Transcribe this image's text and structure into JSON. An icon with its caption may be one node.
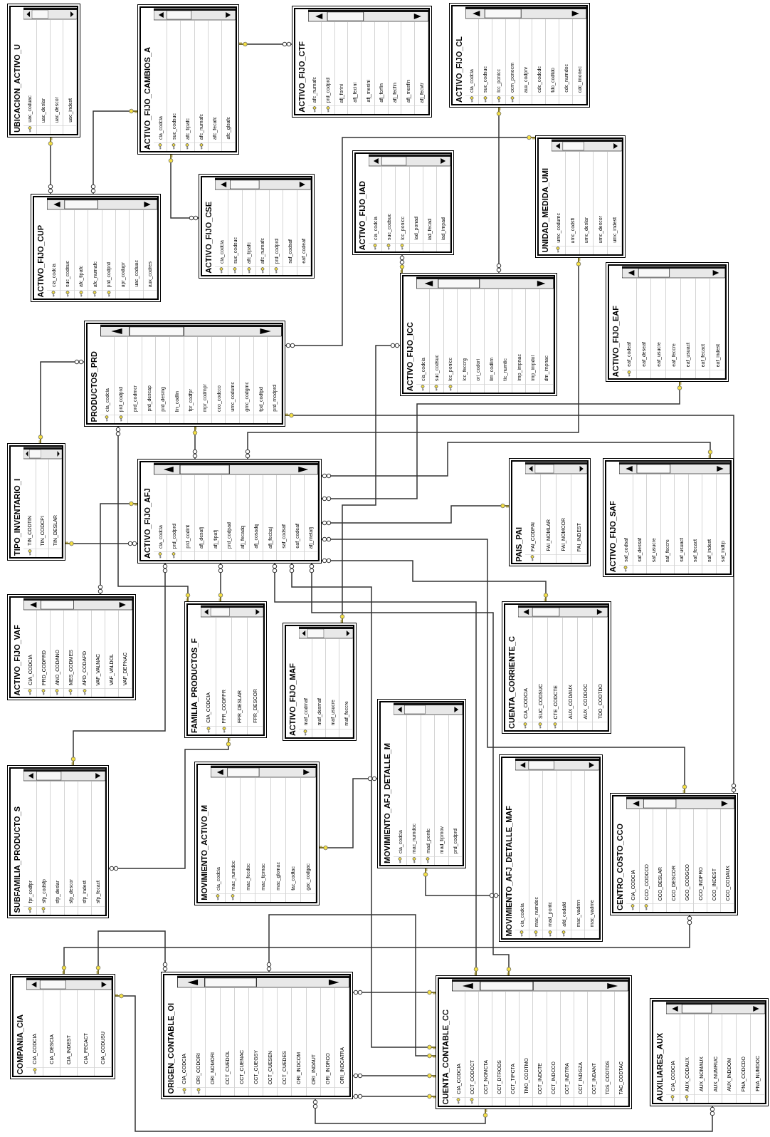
{
  "diagram": {
    "nodes": [
      {
        "text": [
          "UBICACION_ACTIVO_U",
          "uac_coduac",
          "uac_deslar",
          "uac_descor",
          "uac_indest"
        ]
      },
      {
        "text": [
          "ACTIVO_FIJO_CAMBIOS_A",
          "cia_codcia",
          "suc_codsuc",
          "afc_tipafc",
          "afc_numafc",
          "afc_fecafc",
          "afc_glsafc"
        ]
      },
      {
        "text": [
          "ACTIVO_FIJO_CTF",
          "afc_numafc",
          "prd_codprd",
          "afj_forini",
          "afj_fecini",
          "afj_mesini",
          "afj_forfin",
          "afj_fecfin",
          "afj_mesfin",
          "afj_fecvtr"
        ]
      },
      {
        "text": [
          "ACTIVO_FIJO_CL",
          "cia_codcia",
          "suc_codsuc",
          "lcc_ponicc",
          "ocm_ponocm",
          "aux_codprv",
          "cdc_codcdc",
          "tdo_codtdo",
          "cdc_numdoc",
          "cdc_imonec"
        ]
      },
      {
        "text": [
          "ACTIVO_FIJO_CUP",
          "cia_codcia",
          "suc_codsuc",
          "afc_tipafc",
          "afc_numafc",
          "prd_codprd",
          "upr_codupr",
          "uac_coduac",
          "aux_codres"
        ]
      },
      {
        "text": [
          "ACTIVO_FIJO_CSE",
          "cia_codcia",
          "suc_codsuc",
          "afc_tipafc",
          "afc_numafc",
          "prd_codprd",
          "saf_codsaf",
          "eaf_codeaf"
        ]
      },
      {
        "text": [
          "ACTIVO_FIJO_IAD",
          "cia_codcia",
          "suc_codsuc",
          "lcc_ponicc",
          "iad_ponad",
          "iad_fecad",
          "iad_impad"
        ]
      },
      {
        "text": [
          "UNIDAD_MEDIDA_UMI",
          "umc_codumc",
          "umc_codsfi",
          "umc_deslar",
          "umc_descor",
          "umc_indest"
        ]
      },
      {
        "text": [
          "PRODUCTOS_PRD",
          "cia_codcia",
          "prd_codprd",
          "prd_codmcr",
          "prd_descap",
          "prd_desing",
          "lin_codlin",
          "fpr_codfpr",
          "mpr_codmpr",
          "cco_codcco",
          "umc_codumc",
          "gmc_codgmc",
          "tpd_codtpd",
          "prd_modprd"
        ]
      },
      {
        "text": [
          "ACTIVO_FIJO_ICC",
          "cia_codcia",
          "suc_codsuc",
          "lcc_ponicc",
          "lcc_feccrg",
          "ori_codori",
          "lim_codlim",
          "tic_numtic",
          "imp_impnac",
          "imp_impdol",
          "dm_impnac"
        ]
      },
      {
        "text": [
          "ACTIVO_FIJO_EAF",
          "eaf_codeaf",
          "eaf_deseaf",
          "eaf_usucre",
          "eaf_feccre",
          "eaf_usuact",
          "eaf_fecact",
          "eaf_indest"
        ]
      },
      {
        "text": [
          "TIPO_INVENTARIO_I",
          "TIN_CODTIN",
          "TIN_CODCPI",
          "TIN_DESLAR"
        ]
      },
      {
        "text": [
          "ACTIVO_FIJO_AFJ",
          "cia_codcia",
          "prd_codprd",
          "prd_codint",
          "afj_desafj",
          "afj_tipafj",
          "prd_codpad",
          "afj_fecadq",
          "afj_cosadq",
          "afj_fecbaj",
          "saf_codsaf",
          "eaf_codeaf",
          "afj_metafj"
        ]
      },
      {
        "text": [
          "PAIS_PAI",
          "PAI_CODPAI",
          "PAI_NOMLAR",
          "PAI_NOMCOR",
          "PAI_INDEST"
        ]
      },
      {
        "text": [
          "ACTIVO_FIJO_SAF",
          "saf_codsaf",
          "saf_dessaf",
          "saf_usucre",
          "saf_feccre",
          "saf_usuact",
          "saf_fecact",
          "saf_indest",
          "saf_indtip"
        ]
      },
      {
        "text": [
          "ACTIVO_FIJO_VAF",
          "CIA_CODCIA",
          "PRD_CODPRD",
          "ANO_CODANO",
          "MES_CODMES",
          "APD_CODAPD",
          "VAF_VALNAC",
          "VAF_VALDOL",
          "VAF_DEPNAC"
        ]
      },
      {
        "text": [
          "FAMILIA_PRODUCTOS_F",
          "CIA_CODCIA",
          "FPR_CODFPR",
          "FPR_DESLAR",
          "FPR_DESCOR"
        ]
      },
      {
        "text": [
          "ACTIVO_FIJO_MAF",
          "maf_codmaf",
          "maf_desmaf",
          "maf_usucre",
          "maf_feccre"
        ]
      },
      {
        "text": [
          "CUENTA_CORRIENTE_C",
          "CIA_CODCIA",
          "SUC_CODSUC",
          "CTE_CODCTE",
          "AUX_CODAUX",
          "AUX_CODDOC",
          "TDO_CODTDO"
        ]
      },
      {
        "text": [
          "MOVIMIENTO_AFJ_DETALLE_M",
          "cia_codcia",
          "mac_numdoc",
          "mad_pontc",
          "mad_tipmov",
          "prd_codprd"
        ]
      },
      {
        "text": [
          "MOVIMIENTO_AFJ_DETALLE_MAF",
          "cia_codcia",
          "mac_numdoc",
          "mad_pontc",
          "afd_codafd",
          "mac_vadmn",
          "mac_vadme"
        ]
      },
      {
        "text": [
          "SUBFAMILIA_PRODUCTO_S",
          "fpr_codfpr",
          "sfp_codsfp",
          "sfp_deslar",
          "sfp_descor",
          "sfp_indest",
          "sfp_fecact"
        ]
      },
      {
        "text": [
          "MOVIMIENTO_ACTIVO_M",
          "cia_codcia",
          "mac_numdoc",
          "mac_fecdoc",
          "mac_tipmac",
          "mac_glomac",
          "tac_codtac",
          "gac_codgac"
        ]
      },
      {
        "text": [
          "CENTRO_COSTO_CCO",
          "CIA_CODCIA",
          "CCO_CODCCO",
          "CCO_DESLAR",
          "CCO_DESCOR",
          "GCO_CODGCO",
          "CCO_INDPRO",
          "CCO_INDEST",
          "CCO_CODAUX"
        ]
      },
      {
        "text": [
          "COMPANIA_CIA",
          "CIA_CODCIA",
          "CIA_DESCIA",
          "CIA_INDEST",
          "CIA_FECACT",
          "CIA_CODUSU"
        ]
      },
      {
        "text": [
          "ORIGEN_CONTABLE_OI",
          "CIA_CODCIA",
          "ORI_CODORI",
          "ORI_NOMORI",
          "CCT_CUEDOL",
          "CCT_CUENAC",
          "CCT_CUEGSY",
          "CCT_CUESEN",
          "CCT_CUEDES",
          "ORI_INDCOM",
          "ORI_INDAUT",
          "ORI_INDRCO",
          "ORI_INDCATRA"
        ]
      },
      {
        "text": [
          "CUENTA_CONTABLE_CC",
          "CIA_CODCIA",
          "CCT_CODCCT",
          "CCT_NOMCTA",
          "CCT_DTRODS",
          "CCT_TIPCTA",
          "TMO_CODTMO",
          "CCT_INDCTE",
          "CCT_INDCCO",
          "CCT_INDTRA",
          "CCT_INDGZA",
          "CCT_INDANT",
          "TDS_CODTDS",
          "TAC_CODTAC"
        ]
      },
      {
        "text": [
          "AUXILIARES_AUX",
          "CIA_CODCIA",
          "AUX_CODAUX",
          "AUX_NOMAUX",
          "AUX_NUMRUC",
          "AUX_INDDOM",
          "PNA_CODCDO",
          "PNA_NUMDOC"
        ]
      }
    ],
    "edges": [
      {
        "from": 2,
        "to": 1,
        "arrow": "other"
      },
      {
        "from": 4,
        "to": 0,
        "arrow": "other"
      },
      {
        "from": 4,
        "to": 1,
        "arrow": "other"
      },
      {
        "from": 5,
        "to": 1,
        "arrow": "other"
      },
      {
        "from": 8,
        "to": 7,
        "arrow": "other"
      },
      {
        "from": 8,
        "to": 11,
        "arrow": "other"
      },
      {
        "from": 9,
        "to": 3,
        "arrow": "other"
      },
      {
        "from": 6,
        "to": 9,
        "arrow": "other"
      },
      {
        "from": 12,
        "to": 7,
        "arrow": "other"
      },
      {
        "from": 23,
        "to": 8,
        "arrow": "other"
      },
      {
        "from": 12,
        "to": 14,
        "arrow": "other"
      },
      {
        "from": 12,
        "to": 10,
        "arrow": "other"
      },
      {
        "from": 12,
        "to": 13,
        "arrow": "other"
      },
      {
        "from": 12,
        "to": 23,
        "arrow": "other"
      },
      {
        "from": 12,
        "to": 18,
        "arrow": "other"
      },
      {
        "from": 12,
        "to": 26,
        "arrow": "other"
      },
      {
        "from": 12,
        "to": 26,
        "arrow": "other"
      },
      {
        "from": 12,
        "to": 26,
        "arrow": "other"
      },
      {
        "from": 9,
        "to": 17,
        "arrow": "other"
      },
      {
        "from": 12,
        "to": 21,
        "arrow": "other"
      },
      {
        "from": 12,
        "to": 16,
        "arrow": "other"
      },
      {
        "from": 12,
        "to": 8,
        "arrow": "other"
      },
      {
        "from": 15,
        "to": 12,
        "arrow": "other"
      },
      {
        "from": 12,
        "to": 11,
        "arrow": "other"
      },
      {
        "from": 8,
        "to": 16,
        "arrow": "other"
      },
      {
        "from": 21,
        "to": 16,
        "arrow": "other"
      },
      {
        "from": 19,
        "to": 22,
        "arrow": "other"
      },
      {
        "from": 20,
        "to": 19,
        "arrow": "other"
      },
      {
        "from": 23,
        "to": 24,
        "arrow": "other"
      },
      {
        "from": 27,
        "to": 24,
        "arrow": "other"
      },
      {
        "from": 25,
        "to": 24,
        "arrow": "other"
      },
      {
        "from": 25,
        "to": 26,
        "arrow": "other"
      },
      {
        "from": 25,
        "to": 26,
        "arrow": "other"
      },
      {
        "from": 25,
        "to": 26,
        "arrow": "other"
      },
      {
        "from": 25,
        "to": 26,
        "arrow": "other"
      },
      {
        "from": 25,
        "to": 26,
        "arrow": "other"
      }
    ]
  }
}
